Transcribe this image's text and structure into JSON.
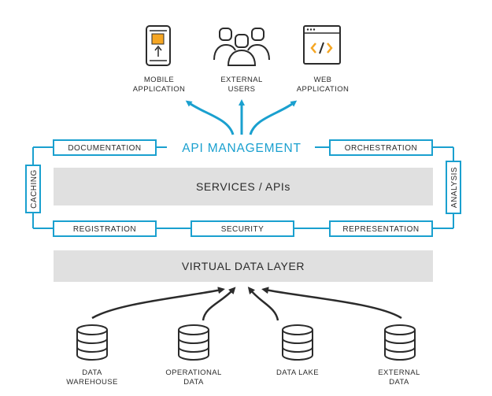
{
  "colors": {
    "accent": "#1aa0cf",
    "dark": "#2b2b2b",
    "band": "#e0e0e0",
    "orange": "#f5a623"
  },
  "consumers": [
    {
      "icon": "mobile-phone-icon",
      "line1": "MOBILE",
      "line2": "APPLICATION"
    },
    {
      "icon": "users-group-icon",
      "line1": "EXTERNAL",
      "line2": "USERS"
    },
    {
      "icon": "web-browser-code-icon",
      "line1": "WEB",
      "line2": "APPLICATION"
    }
  ],
  "api_management": {
    "title": "API MANAGEMENT",
    "top_boxes": [
      "DOCUMENTATION",
      "ORCHESTRATION"
    ],
    "bottom_boxes": [
      "REGISTRATION",
      "SECURITY",
      "REPRESENTATION"
    ],
    "left_side": "CACHING",
    "right_side": "ANALYSIS"
  },
  "services_band": "SERVICES / APIs",
  "virtual_band": "VIRTUAL DATA LAYER",
  "sources": [
    {
      "icon": "database-icon",
      "line1": "DATA",
      "line2": "WAREHOUSE"
    },
    {
      "icon": "database-icon",
      "line1": "OPERATIONAL",
      "line2": "DATA"
    },
    {
      "icon": "database-icon",
      "line1": "DATA LAKE",
      "line2": ""
    },
    {
      "icon": "database-icon",
      "line1": "EXTERNAL",
      "line2": "DATA"
    }
  ]
}
